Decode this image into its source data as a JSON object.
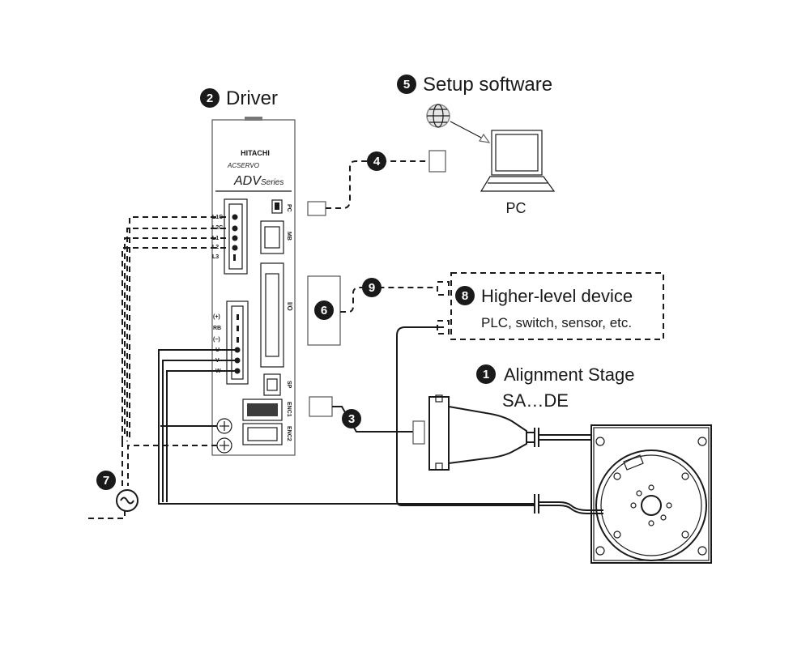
{
  "labels": {
    "driver": "Driver",
    "setup_software": "Setup software",
    "pc": "PC",
    "higher_level_device": "Higher-level device",
    "higher_level_examples": "PLC, switch, sensor, etc.",
    "alignment_stage": "Alignment Stage",
    "stage_model": "SA…DE"
  },
  "badges": {
    "b1": "1",
    "b2": "2",
    "b3": "3",
    "b4": "4",
    "b5": "5",
    "b6": "6",
    "b7": "7",
    "b8": "8",
    "b9": "9"
  },
  "driver_panel": {
    "brand": "HITACHI",
    "line": "ACSERVO",
    "series": "ADV",
    "series_suffix": "Series",
    "port_pc": "PC",
    "port_mb": "MB",
    "port_io": "I/O",
    "port_sp": "SP",
    "port_enc1": "ENC1",
    "port_enc2": "ENC2",
    "terminals_top": [
      "L1C",
      "L2C",
      "L1",
      "L2",
      "L3"
    ],
    "terminals_bottom": [
      "(+)",
      "RB",
      "(−)",
      "U",
      "V",
      "W"
    ]
  },
  "icons": {
    "globe": "globe-icon",
    "laptop": "laptop-icon",
    "ac_source": "ac-source-icon",
    "stage": "rotary-stage-icon"
  }
}
